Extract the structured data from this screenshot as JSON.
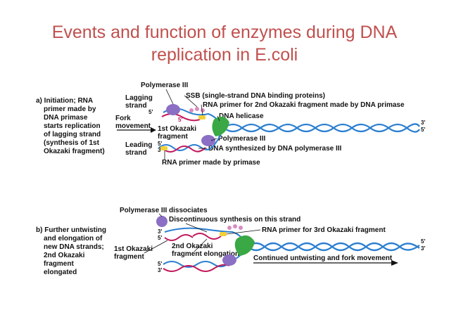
{
  "title_line1": "Events and function of enzymes during DNA",
  "title_line2": "replication in E.coli",
  "panel_a": {
    "description_lines": [
      "a) Initiation; RNA",
      "primer made by",
      "DNA primase",
      "starts replication",
      "of lagging strand",
      "(synthesis of 1st",
      "Okazaki fragment)"
    ],
    "polymerase": "Polymerase III",
    "lagging_strand_lines": [
      "Lagging",
      "strand"
    ],
    "ssb": "SSB (single-strand DNA binding proteins)",
    "rna_primer_2nd": "RNA primer for 2nd Okazaki fragment made by DNA primase",
    "fork_movement_lines": [
      "Fork",
      "movement"
    ],
    "dna_helicase": "DNA helicase",
    "first_okazaki_lines": [
      "1st Okazaki",
      "fragment"
    ],
    "polymerase_iii": "Polymerase III",
    "leading_strand_lines": [
      "Leading",
      "strand"
    ],
    "dna_synthesized": "DNA synthesized by DNA polymerase III",
    "rna_primer_primase": "RNA primer made by primase",
    "prime_labels": [
      "5'",
      "5'",
      "3'",
      "3'",
      "5'",
      "5'"
    ]
  },
  "panel_b": {
    "description_lines": [
      "b) Further untwisting",
      "and elongation of",
      "new DNA strands;",
      "2nd Okazaki",
      "fragment",
      "elongated"
    ],
    "polymerase_dissociates": "Polymerase III dissociates",
    "discontinuous": "Discontinuous synthesis on this strand",
    "rna_primer_3rd": "RNA primer for 3rd Okazaki fragment",
    "first_okazaki_lines": [
      "1st Okazaki",
      "fragment"
    ],
    "second_okazaki_lines": [
      "2nd Okazaki",
      "fragment elongation"
    ],
    "continued": "Continued untwisting and fork movement",
    "prime_labels": [
      "3'",
      "5'",
      "5'",
      "3'",
      "5'",
      "3'"
    ]
  },
  "colors": {
    "title": "#c0504d",
    "template_strand": "#2b7fd0",
    "new_strand": "#c2185b",
    "rna_primer": "#f2d03a",
    "polymerase": "#8a6fc4",
    "helicase": "#39a845",
    "ssb": "#d98cc0"
  }
}
